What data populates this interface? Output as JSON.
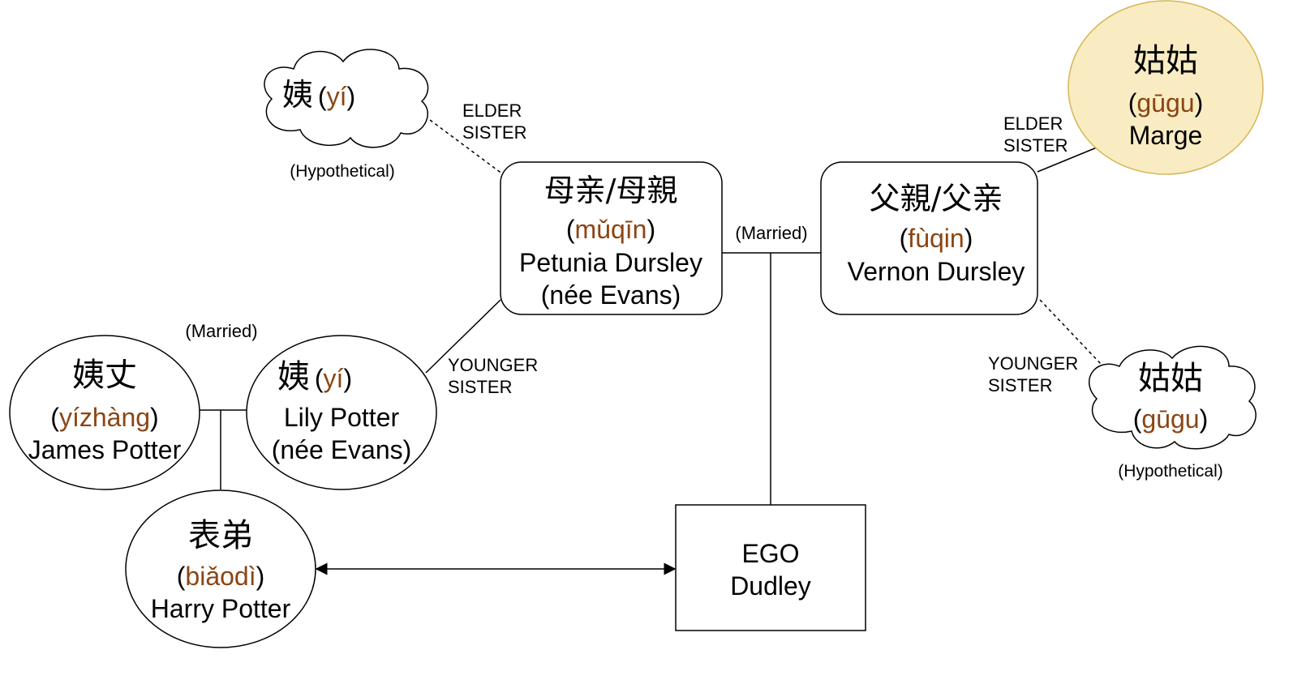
{
  "colors": {
    "pinyin": "#8B4513",
    "line": "#000000",
    "marge_fill": "#F9ECC2",
    "marge_stroke": "#D6B656"
  },
  "nodes": {
    "aunt_hypo": {
      "hanzi": "姨",
      "pinyin": "yí",
      "note": "(Hypothetical)"
    },
    "mother": {
      "hanzi": "母亲/母親",
      "pinyin": "mǔqīn",
      "name": "Petunia Dursley",
      "name2": "(née Evans)"
    },
    "father": {
      "hanzi": "父親/父亲",
      "pinyin": "fùqin",
      "name": "Vernon Dursley"
    },
    "marge": {
      "hanzi": "姑姑",
      "pinyin": "gūgu",
      "name": "Marge"
    },
    "gugu_hypo": {
      "hanzi": "姑姑",
      "pinyin": "gūgu",
      "note": "(Hypothetical)"
    },
    "uncle": {
      "hanzi": "姨丈",
      "pinyin": "yízhàng",
      "name": "James Potter"
    },
    "lily": {
      "hanzi": "姨",
      "pinyin": "yí",
      "name": "Lily Potter",
      "name2": "(née Evans)"
    },
    "cousin": {
      "hanzi": "表弟",
      "pinyin": "biǎodì",
      "name": "Harry Potter"
    },
    "ego": {
      "line1": "EGO",
      "line2": "Dudley"
    }
  },
  "labels": {
    "mother_elder_1": "ELDER",
    "mother_elder_2": "SISTER",
    "mother_younger_1": "YOUNGER",
    "mother_younger_2": "SISTER",
    "father_elder_1": "ELDER",
    "father_elder_2": "SISTER",
    "father_younger_1": "YOUNGER",
    "father_younger_2": "SISTER",
    "married_parents": "(Married)",
    "married_potters": "(Married)"
  }
}
